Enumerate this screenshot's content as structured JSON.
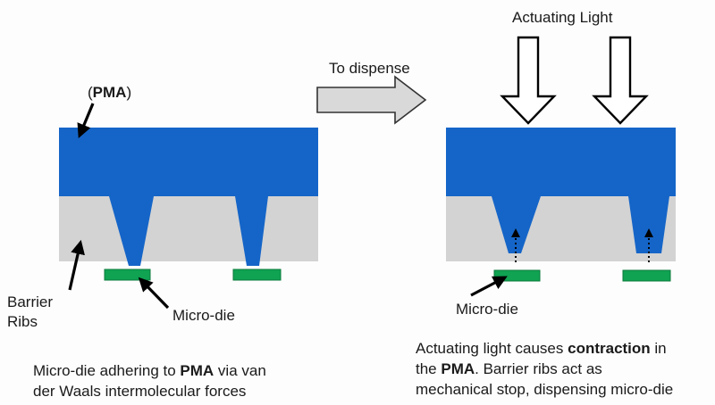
{
  "arrow_label": "To dispense",
  "light_label": "Actuating Light",
  "left": {
    "pma_label_open": "(",
    "pma_label_bold": "PMA",
    "pma_label_close": ")",
    "barrier_label_line1": "Barrier",
    "barrier_label_line2": "Ribs",
    "microdie_label": "Micro-die",
    "caption": {
      "pre": "Micro-die adhering to ",
      "bold": "PMA",
      "post_line1": " via van",
      "line2": "der Waals intermolecular forces"
    }
  },
  "right": {
    "microdie_label": "Micro-die",
    "caption": {
      "line1_pre": "Actuating light causes ",
      "line1_bold": "contraction",
      "line1_post": " in",
      "line2_pre": "the ",
      "line2_bold": "PMA",
      "line2_post": ". Barrier ribs act as",
      "line3": "mechanical stop, dispensing micro-die"
    }
  },
  "colors": {
    "pma_blue": "#1565C8",
    "rib_gray": "#D3D3D3",
    "die_green": "#0FA352",
    "arrow_fill": "#D9D9D9"
  }
}
